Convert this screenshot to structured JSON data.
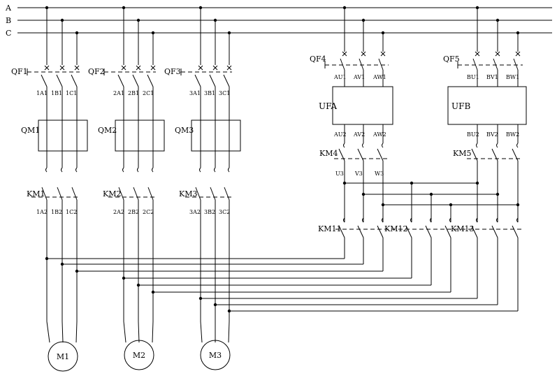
{
  "buses": [
    "A",
    "B",
    "C"
  ],
  "breakers": [
    "QF1",
    "QF2",
    "QF3",
    "QF4",
    "QF5"
  ],
  "modules": [
    "QM1",
    "QM2",
    "QM3"
  ],
  "contactors": [
    "KM1",
    "KM2",
    "KM3",
    "KM4",
    "KM5",
    "KM11",
    "KM12",
    "KM13"
  ],
  "drives": [
    "UFA",
    "UFB"
  ],
  "motors": [
    "M1",
    "M2",
    "M3"
  ],
  "terminals_in": [
    [
      "1A1",
      "1B1",
      "1C1"
    ],
    [
      "2A1",
      "2B1",
      "2C1"
    ],
    [
      "3A1",
      "3B1",
      "3C1"
    ]
  ],
  "terminals_out": [
    [
      "1A2",
      "1B2",
      "1C2"
    ],
    [
      "2A2",
      "2B2",
      "2C2"
    ],
    [
      "3A2",
      "3B2",
      "3C2"
    ]
  ],
  "ufa_in": [
    "AU1",
    "AV1",
    "AW1"
  ],
  "ufa_out": [
    "AU2",
    "AV2",
    "AW2"
  ],
  "ufb_in": [
    "BU1",
    "BV1",
    "BW1"
  ],
  "ufb_out": [
    "BU2",
    "BV2",
    "BW2"
  ],
  "km4_out": [
    "U3",
    "V3",
    "W3"
  ]
}
